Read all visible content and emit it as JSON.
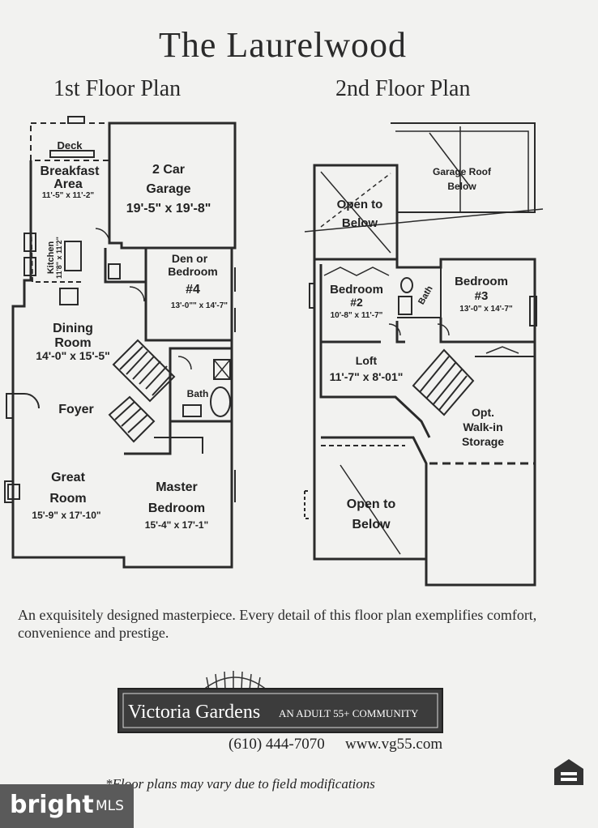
{
  "title": "The Laurelwood",
  "floor1": {
    "heading": "1st  Floor Plan",
    "rooms": {
      "deck": "Deck",
      "breakfast_l1": "Breakfast",
      "breakfast_l2": "Area",
      "breakfast_dim": "11'-5\" x 11'-2\"",
      "garage_l1": "2 Car",
      "garage_l2": "Garage",
      "garage_dim": "19'-5\" x 19'-8\"",
      "kitchen": "Kitchen",
      "kitchen_dim": "11'8\" x 11'2\"",
      "den_l1": "Den or",
      "den_l2": "Bedroom",
      "den_l3": "#4",
      "den_dim": "13'-0\"\" x 14'-7\"",
      "dining_l1": "Dining",
      "dining_l2": "Room",
      "dining_dim": "14'-0\" x 15'-5\"",
      "bath": "Bath",
      "foyer": "Foyer",
      "great_l1": "Great",
      "great_l2": "Room",
      "great_dim": "15'-9\" x 17'-10\"",
      "master_l1": "Master",
      "master_l2": "Bedroom",
      "master_dim": "15'-4\" x 17'-1\""
    }
  },
  "floor2": {
    "heading": "2nd Floor Plan",
    "rooms": {
      "garage_roof_l1": "Garage Roof",
      "garage_roof_l2": "Below",
      "open1_l1": "Open to",
      "open1_l2": "Below",
      "bed2_l1": "Bedroom",
      "bed2_l2": "#2",
      "bed2_dim": "10'-8\" x 11'-7\"",
      "bath": "Bath",
      "bed3_l1": "Bedroom",
      "bed3_l2": "#3",
      "bed3_dim": "13'-0\" x 14'-7\"",
      "loft": "Loft",
      "loft_dim": "11'-7\" x 8'-01\"",
      "storage_l1": "Opt.",
      "storage_l2": "Walk-in",
      "storage_l3": "Storage",
      "open2_l1": "Open to",
      "open2_l2": "Below"
    }
  },
  "description": "An exquisitely designed masterpiece. Every detail of this floor plan exemplifies comfort, convenience and prestige.",
  "logo": {
    "name": "Victoria Gardens",
    "tagline": "AN ADULT 55+ COMMUNITY"
  },
  "contact": {
    "phone": "(610) 444-7070",
    "website": "www.vg55.com"
  },
  "footnote": "*Floor plans may vary due to field modifications",
  "watermark": {
    "brand": "bright",
    "suffix": "MLS"
  }
}
